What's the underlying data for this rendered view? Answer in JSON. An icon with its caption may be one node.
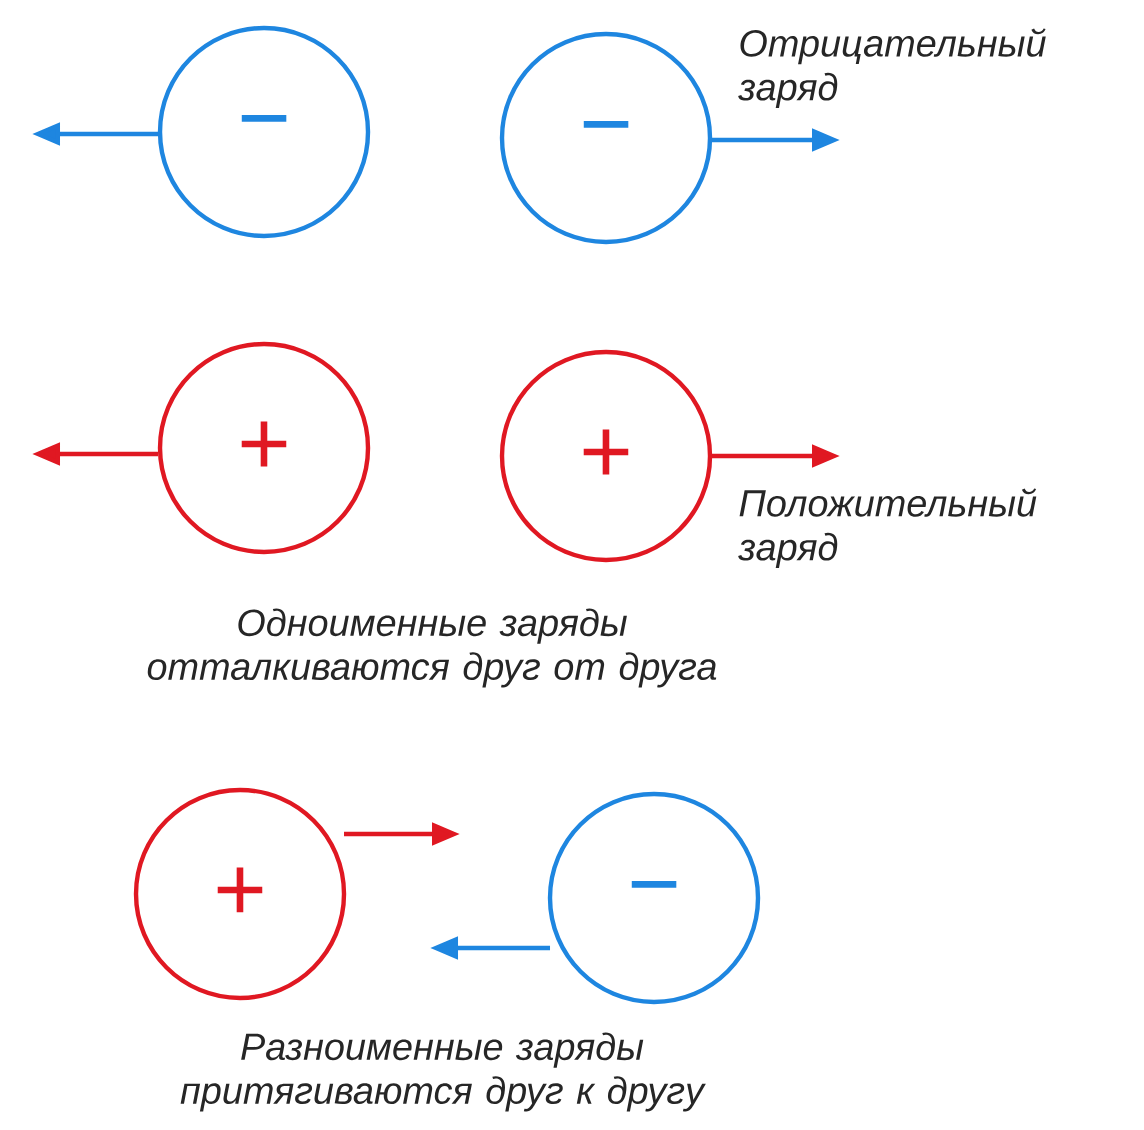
{
  "diagram": {
    "nodes": [
      {
        "text": [
          "−"
        ]
      },
      {
        "text": [
          "−"
        ]
      },
      {
        "text": [
          "+"
        ]
      },
      {
        "text": [
          "+"
        ]
      },
      {
        "text": [
          "+"
        ]
      },
      {
        "text": [
          "−"
        ]
      }
    ],
    "labels": [
      "Отрицательный заряд",
      "Положительный заряд",
      "Одноименные заряды отталкиваются друг от друга",
      "Разноименные заряды притягиваются друг к другу"
    ]
  }
}
